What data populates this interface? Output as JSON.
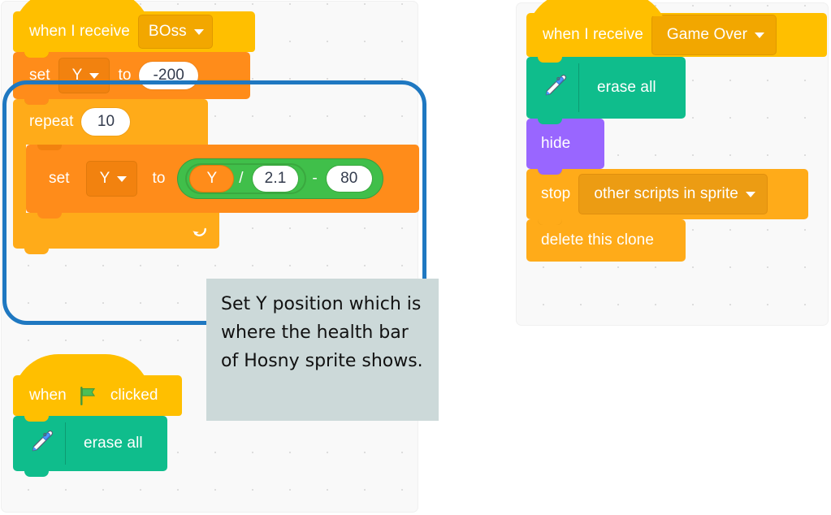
{
  "app": {
    "name": "Scratch code canvas"
  },
  "colors": {
    "events": "#ffbf00",
    "control": "#ffab19",
    "variables": "#ff8c1a",
    "pen": "#0fbd8c",
    "looks": "#9966ff",
    "operators": "#40bf4a",
    "annotation_outline": "#1f78c1",
    "annotation_note_bg": "#ccd9d9",
    "canvas_bg": "#f9f9f9"
  },
  "scripts": {
    "boss": {
      "hat": {
        "label": "when I receive",
        "dropdown_value": "BOss"
      },
      "set_y": {
        "label": "set",
        "variable": "Y",
        "to_label": "to",
        "value": "-200"
      },
      "repeat": {
        "label": "repeat",
        "times": "10"
      },
      "set_y_inner": {
        "label": "set",
        "variable": "Y",
        "to_label": "to",
        "operand_variable": "Y",
        "divide_symbol": "/",
        "divisor": "2.1",
        "minus_symbol": "-",
        "subtrahend": "80"
      }
    },
    "green_flag": {
      "hat": {
        "when_label": "when",
        "clicked_label": "clicked"
      },
      "erase_all": {
        "label": "erase all"
      }
    },
    "game_over": {
      "hat": {
        "label": "when I receive",
        "dropdown_value": "Game Over"
      },
      "erase_all": {
        "label": "erase all"
      },
      "hide": {
        "label": "hide"
      },
      "stop": {
        "label": "stop",
        "dropdown_value": "other scripts in sprite"
      },
      "delete_clone": {
        "label": "delete this clone"
      }
    }
  },
  "annotation": {
    "note_text": "Set Y position which is where the health bar of Hosny sprite shows."
  }
}
